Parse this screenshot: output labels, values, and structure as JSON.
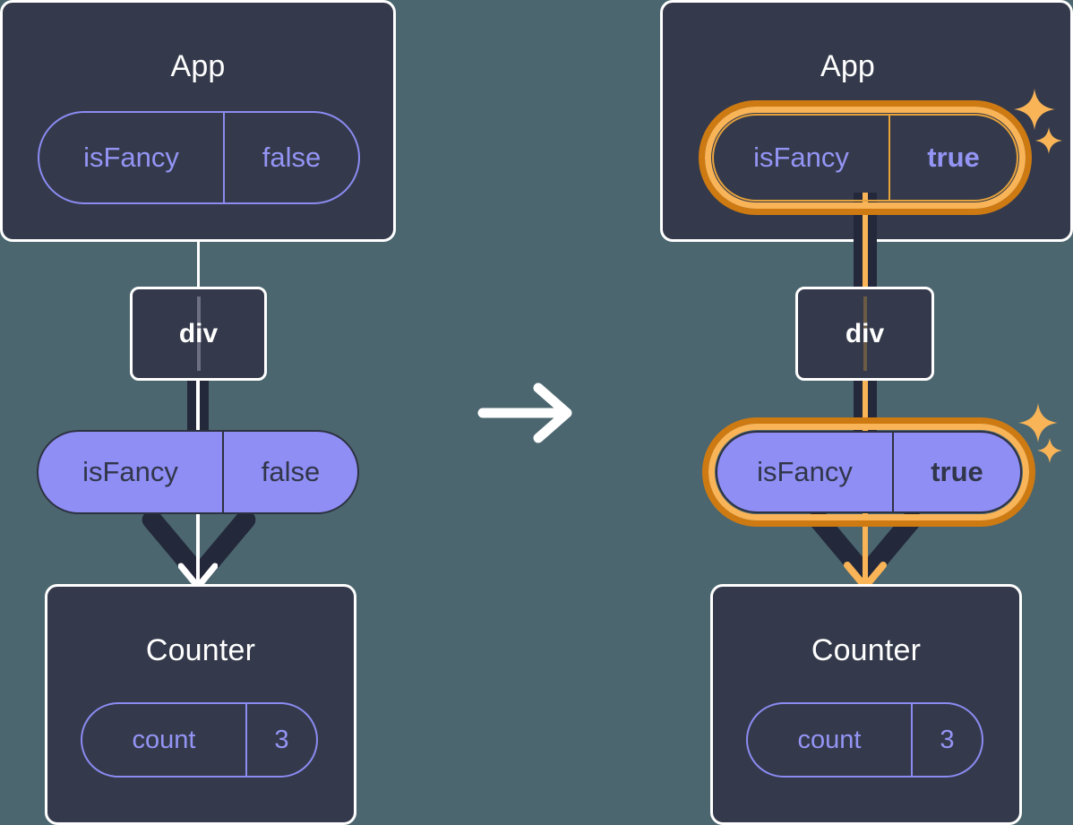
{
  "diagram": {
    "title": "React state update propagation diagram",
    "background_color": "#4b666f",
    "transition_arrow": "right-arrow",
    "panels": [
      {
        "id": "before",
        "app": {
          "title": "App",
          "state_pill": {
            "key": "isFancy",
            "value": "false",
            "style": "outline",
            "highlighted": false,
            "value_bold": false
          }
        },
        "div": {
          "label": "div"
        },
        "prop_pill": {
          "key": "isFancy",
          "value": "false",
          "style": "filled",
          "highlighted": false,
          "value_bold": false
        },
        "counter": {
          "title": "Counter",
          "state_pill": {
            "key": "count",
            "value": "3",
            "style": "outline",
            "highlighted": false,
            "value_bold": false
          }
        },
        "wire_color": "#ffffff",
        "arrow_color": "#ffffff"
      },
      {
        "id": "after",
        "app": {
          "title": "App",
          "state_pill": {
            "key": "isFancy",
            "value": "true",
            "style": "outline",
            "highlighted": true,
            "value_bold": true
          }
        },
        "div": {
          "label": "div"
        },
        "prop_pill": {
          "key": "isFancy",
          "value": "true",
          "style": "filled",
          "highlighted": true,
          "value_bold": true
        },
        "counter": {
          "title": "Counter",
          "state_pill": {
            "key": "count",
            "value": "3",
            "style": "outline",
            "highlighted": false,
            "value_bold": false
          }
        },
        "wire_color": "#f9b457",
        "arrow_color": "#f9b457"
      }
    ],
    "colors": {
      "background": "#4b666f",
      "card": "#343a4b",
      "card_border": "#ffffff",
      "pill_purple": "#8e8ef5",
      "pill_outline": "#8b8bf2",
      "pill_text_dark": "#31364a",
      "highlight_orange_dark": "#ce7a12",
      "highlight_orange_light": "#f9b457",
      "wire_dark": "#23283a"
    }
  }
}
